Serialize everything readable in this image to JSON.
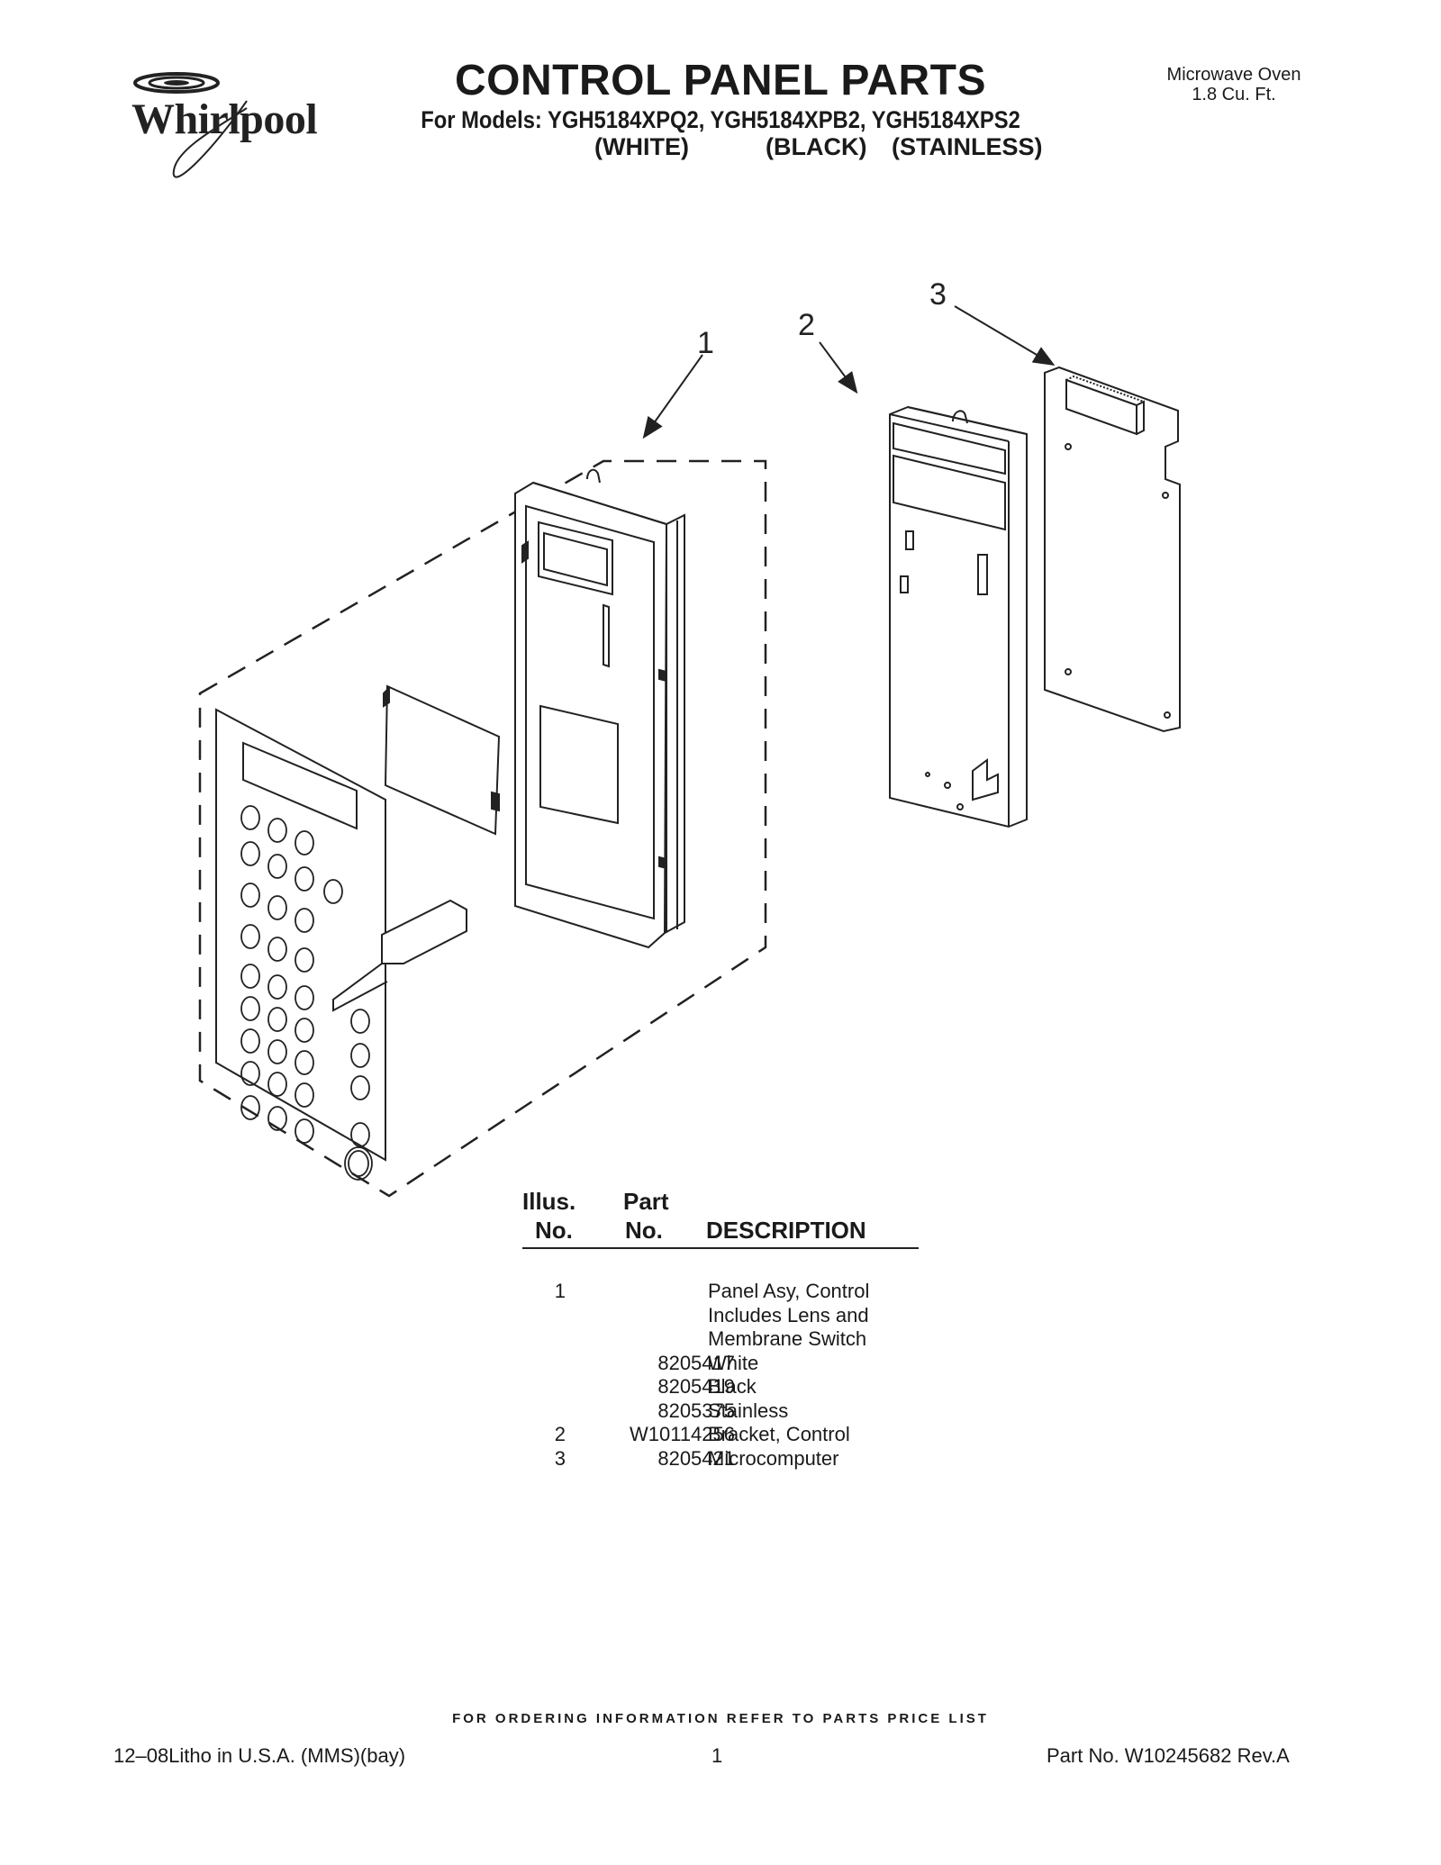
{
  "brand": {
    "name": "Whirlpool"
  },
  "header": {
    "title": "CONTROL PANEL PARTS",
    "models_line": "For Models: YGH5184XPQ2, YGH5184XPB2, YGH5184XPS2",
    "colors": [
      "(WHITE)",
      "(BLACK)",
      "(STAINLESS)"
    ],
    "product_type": [
      "Microwave Oven",
      "1.8 Cu. Ft."
    ]
  },
  "diagram": {
    "callouts": [
      "1",
      "2",
      "3"
    ],
    "parts": [
      "control-panel-assembly-icon",
      "control-bracket-icon",
      "microcomputer-board-icon"
    ]
  },
  "parts_table": {
    "headers": {
      "illus": [
        "Illus.",
        "No."
      ],
      "part": [
        "Part",
        "No."
      ],
      "description": "DESCRIPTION"
    },
    "rows": [
      {
        "illus": "1",
        "part": "",
        "description": "Panel Asy, Control"
      },
      {
        "illus": "",
        "part": "",
        "description": "Includes Lens and"
      },
      {
        "illus": "",
        "part": "",
        "description": "Membrane Switch"
      },
      {
        "illus": "",
        "part": "8205417",
        "description": "White"
      },
      {
        "illus": "",
        "part": "8205419",
        "description": "Black"
      },
      {
        "illus": "",
        "part": "8205375",
        "description": "Stainless"
      },
      {
        "illus": "2",
        "part": "W10114256",
        "description": "Bracket, Control"
      },
      {
        "illus": "3",
        "part": "8205421",
        "description": "Microcomputer"
      }
    ]
  },
  "footer": {
    "order_note": "FOR ORDERING INFORMATION REFER TO PARTS PRICE LIST",
    "litho": "12–08Litho in U.S.A. (MMS)(bay)",
    "page": "1",
    "part_no": "Part No. W10245682 Rev.A"
  }
}
